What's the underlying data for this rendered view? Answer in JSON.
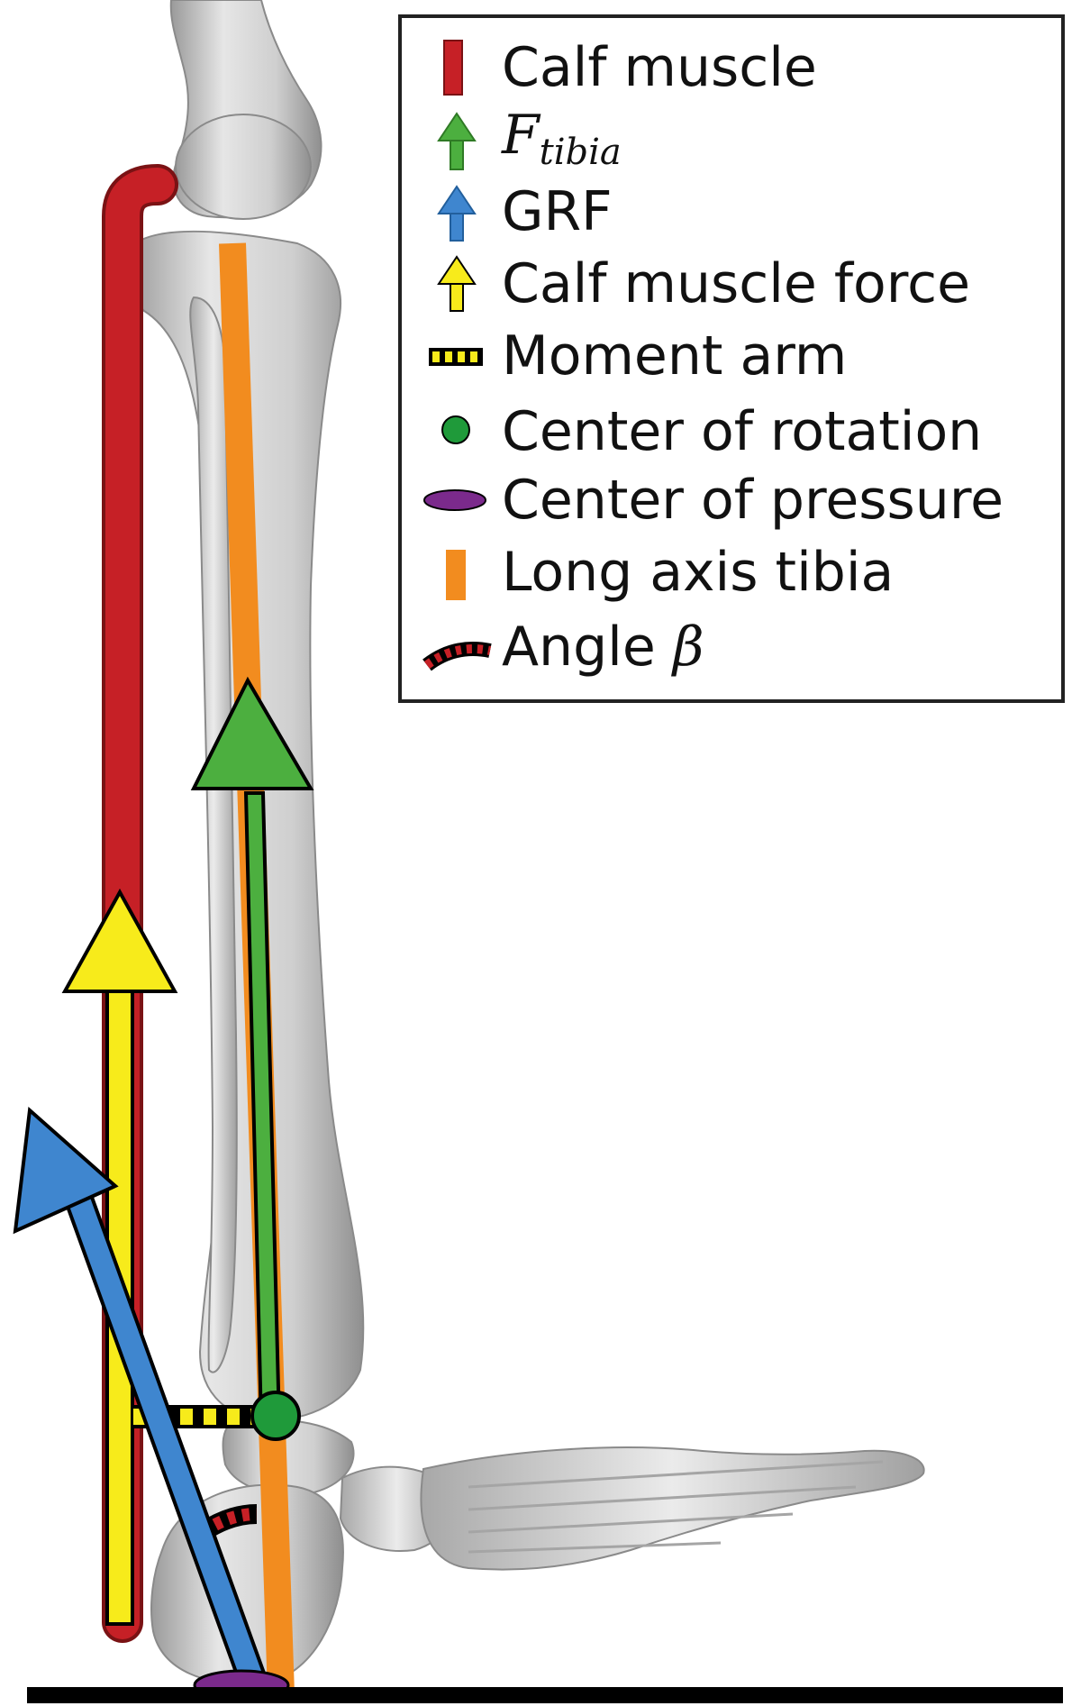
{
  "figure": {
    "description_free": true,
    "colors": {
      "calf_muscle": "#c62026",
      "f_tibia": "#4caf3f",
      "grf": "#3f86cf",
      "calf_muscle_force": "#f7eb1b",
      "moment_arm_a": "#f7eb1b",
      "moment_arm_b": "#111111",
      "center_of_rotation": "#1f9a3a",
      "center_of_pressure": "#7b2a8c",
      "long_axis_tibia": "#f28c1f",
      "angle_beta_a": "#c62026",
      "angle_beta_b": "#111111",
      "bone": "#d3d3d3",
      "ground": "#000000"
    }
  },
  "legend": {
    "items": [
      {
        "id": "calf-muscle",
        "label": "Calf muscle",
        "icon": "red-bar-icon"
      },
      {
        "id": "f-tibia",
        "label_main": "F",
        "label_sub": "tibia",
        "icon": "green-arrow-icon"
      },
      {
        "id": "grf",
        "label": "GRF",
        "icon": "blue-arrow-icon"
      },
      {
        "id": "calf-muscle-force",
        "label": "Calf muscle force",
        "icon": "yellow-arrow-icon"
      },
      {
        "id": "moment-arm",
        "label": "Moment arm",
        "icon": "dashed-bar-icon"
      },
      {
        "id": "center-of-rotation",
        "label": "Center of rotation",
        "icon": "green-circle-icon"
      },
      {
        "id": "center-of-pressure",
        "label": "Center of pressure",
        "icon": "purple-ellipse-icon"
      },
      {
        "id": "long-axis-tibia",
        "label": "Long axis tibia",
        "icon": "orange-bar-icon"
      },
      {
        "id": "angle-beta",
        "label_main": "Angle ",
        "label_symbol": "β",
        "icon": "dashed-arc-icon"
      }
    ]
  }
}
